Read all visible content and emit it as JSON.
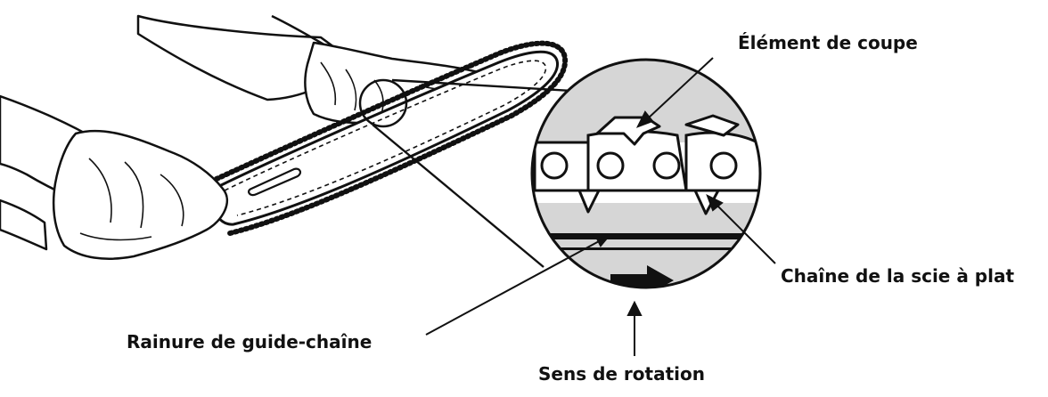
{
  "labels": {
    "cutting_element": "Élément de coupe",
    "chain_label": "Chaîne de la scie à plat",
    "groove_label": "Rainure de guide-chaîne",
    "rotation_label": "Sens de rotation"
  },
  "colors": {
    "ink": "#111111",
    "detail_fill": "#d6d6d6",
    "paper": "#ffffff"
  },
  "icons": {
    "rotation": "arrow-right-icon"
  }
}
